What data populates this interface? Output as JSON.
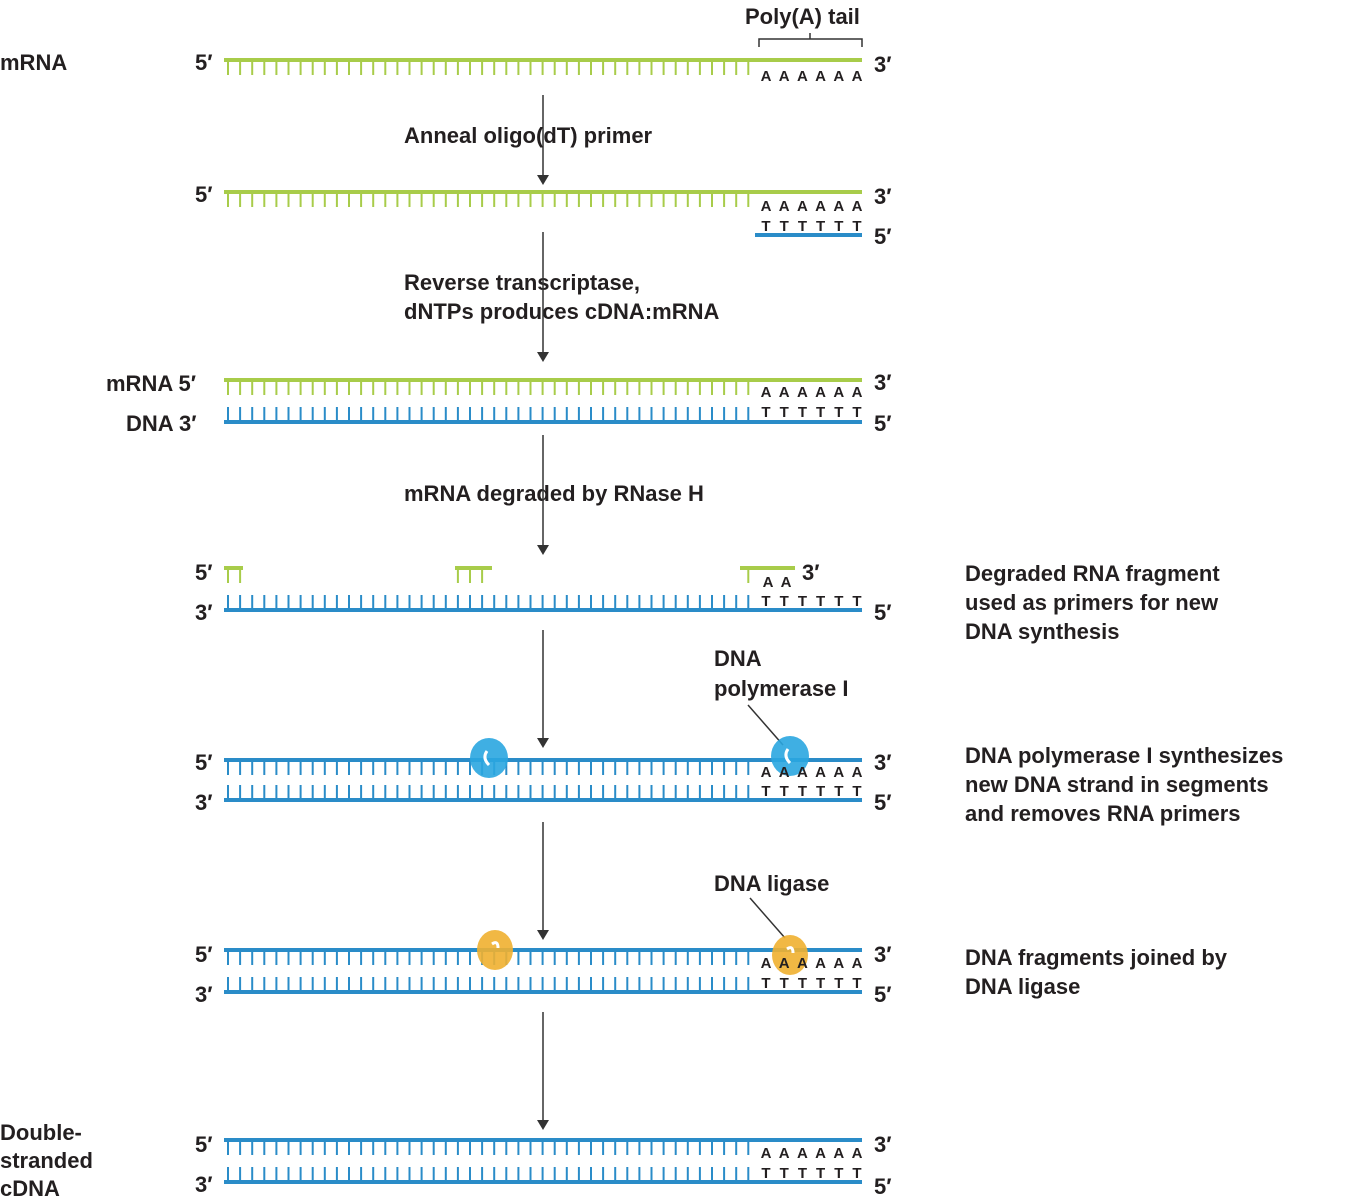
{
  "colors": {
    "rna": "#a8cc4a",
    "dna": "#2a8cc8",
    "polymerase": "#2aa6e0",
    "ligase": "#f0b030",
    "text": "#231f20"
  },
  "primes": {
    "five": "5′",
    "three": "3′"
  },
  "bases": {
    "a": "A",
    "t": "T"
  },
  "poly_a_label": "Poly(A) tail",
  "left_labels": {
    "mrna": "mRNA",
    "mrna5": "mRNA 5′",
    "dna3": "DNA 3′",
    "ds": [
      "Double-",
      "stranded",
      "cDNA"
    ]
  },
  "steps": [
    {
      "text": [
        "Anneal oligo(dT) primer"
      ]
    },
    {
      "text": [
        "Reverse transcriptase,",
        "dNTPs produces cDNA:mRNA"
      ]
    },
    {
      "text": [
        "mRNA degraded by RNase H"
      ]
    }
  ],
  "side_notes": [
    [
      "Degraded RNA fragment",
      "used as primers for new",
      "DNA synthesis"
    ],
    [
      "DNA polymerase I synthesizes",
      "new DNA strand in segments",
      "and removes RNA primers"
    ],
    [
      "DNA fragments joined by",
      "DNA ligase"
    ]
  ],
  "enzymes": {
    "polymerase": [
      "DNA",
      "polymerase I"
    ],
    "ligase": "DNA ligase"
  }
}
